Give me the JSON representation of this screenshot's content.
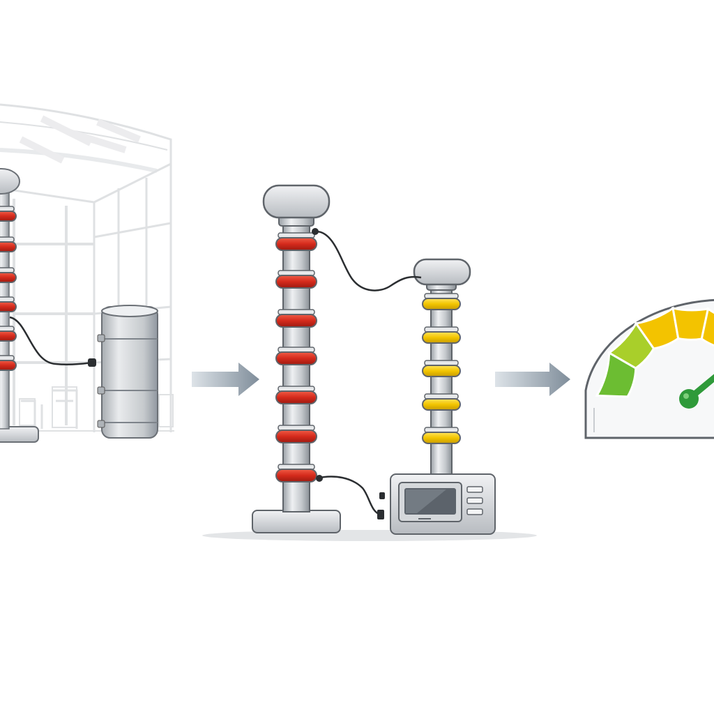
{
  "diagram": {
    "stages": [
      {
        "id": "lab",
        "components": [
          "building-icon",
          "red-shed-column",
          "cylindrical-tank",
          "cable"
        ]
      },
      {
        "id": "setup",
        "components": [
          "red-shed-column",
          "yellow-shed-column",
          "control-unit",
          "cables"
        ]
      },
      {
        "id": "result",
        "components": [
          "gauge-icon",
          "needle"
        ]
      }
    ],
    "arrows": [
      "arrow-1",
      "arrow-2"
    ],
    "gauge_level": 0.78,
    "colors": {
      "red_shed": "#d42a1c",
      "yellow_shed": "#f2c500",
      "metal": "#c9cdd1",
      "arrow": "#8d9aa6",
      "gauge_green": "#6cbd32",
      "gauge_lime": "#a9cf2a",
      "gauge_yellow": "#f3c300",
      "needle": "#2f9a3a",
      "outline": "#4a4f55"
    }
  }
}
